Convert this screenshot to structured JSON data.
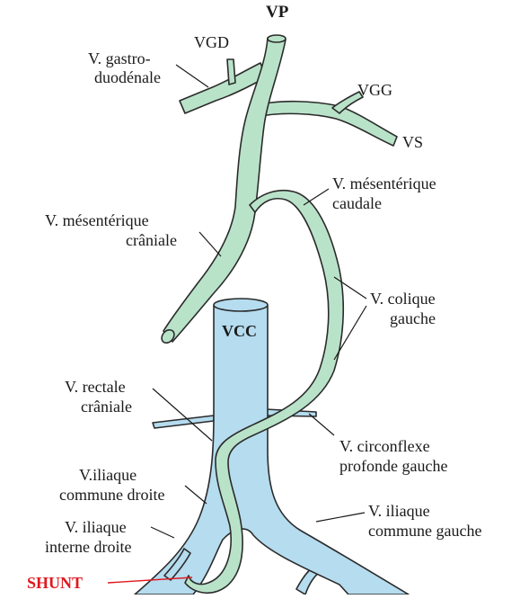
{
  "labels": {
    "vp": "VP",
    "vgd": "VGD",
    "gastro_1": "V. gastro-",
    "gastro_2": "duodénale",
    "vgg": "VGG",
    "vs": "VS",
    "mes_caudale_1": "V. mésentérique",
    "mes_caudale_2": "caudale",
    "mes_craniale_1": "V. mésentérique",
    "mes_craniale_2": "crâniale",
    "colique_1": "V. colique",
    "colique_2": "gauche",
    "vcc": "VCC",
    "rectale_1": "V. rectale",
    "rectale_2": "crâniale",
    "circonflexe_1": "V. circonflexe",
    "circonflexe_2": "profonde gauche",
    "iliaque_cd_1": "V.iliaque",
    "iliaque_cd_2": "commune droite",
    "iliaque_cg_1": "V. iliaque",
    "iliaque_cg_2": "commune gauche",
    "iliaque_id_1": "V. iliaque",
    "iliaque_id_2": "interne droite",
    "shunt": "SHUNT"
  },
  "colors": {
    "portal_fill": "#b9e3c9",
    "caval_fill": "#b5dcef",
    "outline": "#2b2b2b",
    "shunt_text": "#e0191f",
    "shunt_line": "#e0191f"
  }
}
